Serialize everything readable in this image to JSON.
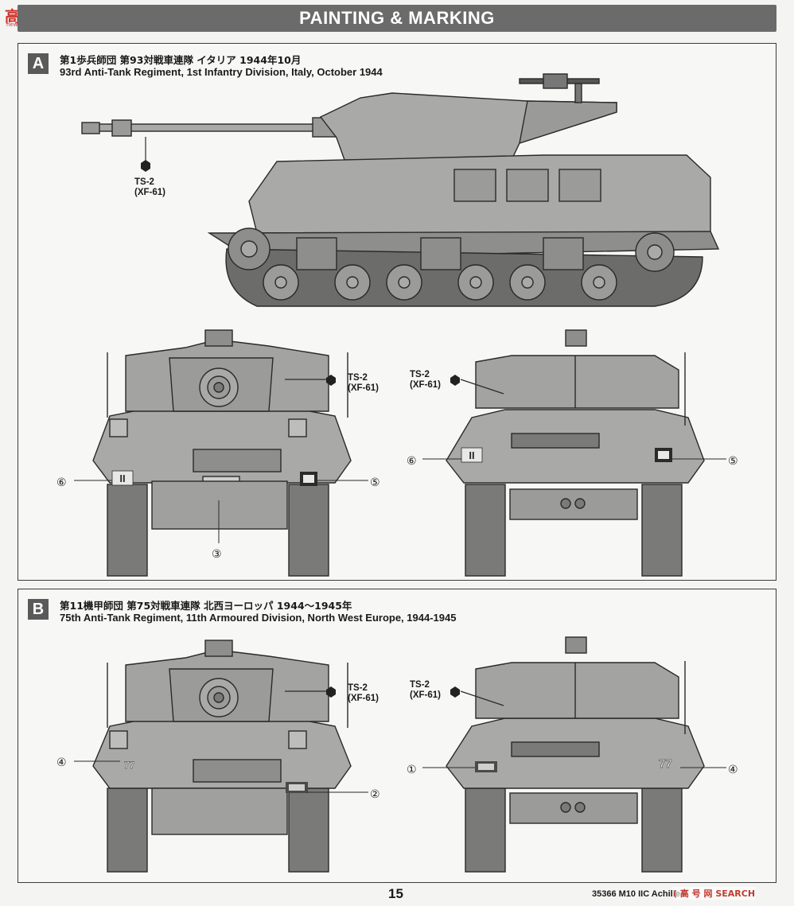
{
  "logo": {
    "text": "高 网",
    "url": "news.hobbyurl.com"
  },
  "header": {
    "title": "PAINTING & MARKING"
  },
  "paint": {
    "code": "TS-2",
    "sub": "(XF-61)"
  },
  "colors": {
    "hull": "#a9a9a7",
    "hull_dark": "#7a7a78",
    "line": "#2a2a2a",
    "header": "#6b6b6b"
  },
  "scheme_a": {
    "badge": "A",
    "caption_jp": "第1歩兵師団 第93対戦車連隊 イタリア 1944年10月",
    "caption_en": "93rd Anti-Tank Regiment, 1st Infantry Division, Italy, October 1944",
    "callouts": [
      "③",
      "⑤",
      "⑥"
    ],
    "markings": {
      "tactical": "II"
    }
  },
  "scheme_b": {
    "badge": "B",
    "caption_jp": "第11機甲師団 第75対戦車連隊 北西ヨーロッパ 1944～1945年",
    "caption_en": "75th Anti-Tank Regiment, 11th Armoured Division, North West Europe, 1944-1945",
    "callouts": [
      "①",
      "②",
      "④"
    ],
    "markings": {
      "number": "77"
    }
  },
  "footer": {
    "page": "15",
    "product": "35366  M10 IIC Achilles",
    "watermark": "( 高 号 网 SEARCH"
  }
}
